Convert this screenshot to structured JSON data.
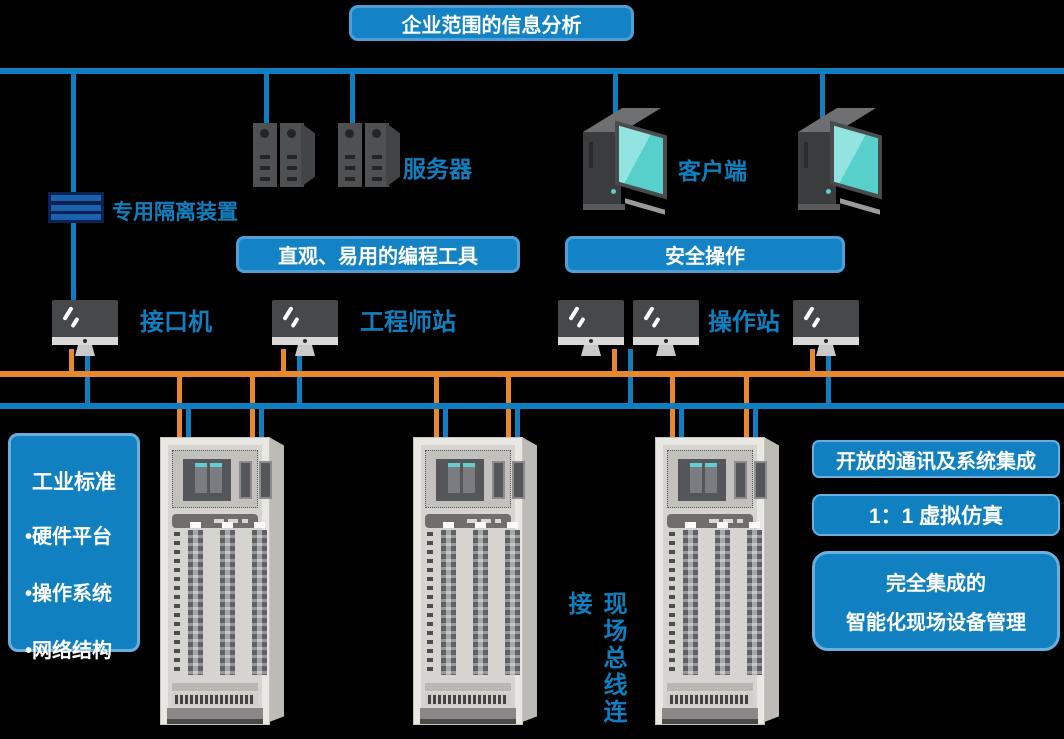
{
  "diagram": {
    "top_banner": "企业范围的信息分析",
    "feature_banners": {
      "programming_tools": "直观、易用的编程工具",
      "safe_operation": "安全操作"
    },
    "device_labels": {
      "server": "服务器",
      "client": "客户端",
      "isolation_device": "专用隔离装置",
      "interface_machine": "接口机",
      "engineer_station": "工程师站",
      "operator_station": "操作站",
      "fieldbus_connection": "现场总线连接"
    },
    "industrial_standard_box": {
      "title": "工业标准",
      "items": [
        "•硬件平台",
        "•操作系统",
        "•网络结构"
      ]
    },
    "right_feature_boxes": {
      "open_communication": "开放的通讯及系统集成",
      "virtual_simulation": "1：1 虚拟仿真",
      "integrated_line1": "完全集成的",
      "integrated_line2": "智能化现场设备管理"
    },
    "colors": {
      "network_blue": "#0e7ec0",
      "bus_orange": "#e8882e",
      "banner_blue": "#1483c5",
      "label_blue": "#0f7fc0"
    }
  }
}
